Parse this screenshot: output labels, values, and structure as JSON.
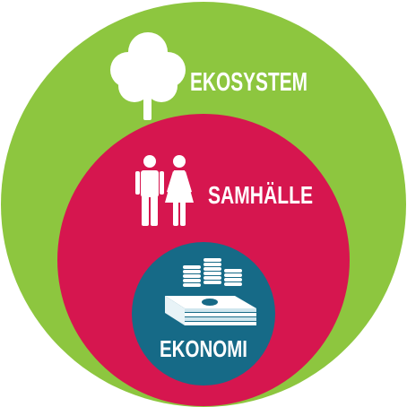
{
  "diagram": {
    "levels": [
      {
        "id": "ecosystem",
        "label": "EKOSYSTEM",
        "icon": "tree-icon",
        "color": "#8dc63f"
      },
      {
        "id": "society",
        "label": "SAMHÄLLE",
        "icon": "people-icon",
        "color": "#d6164f"
      },
      {
        "id": "economy",
        "label": "EKONOMI",
        "icon": "money-icon",
        "color": "#166a87"
      }
    ],
    "icon_color": "#ffffff"
  }
}
